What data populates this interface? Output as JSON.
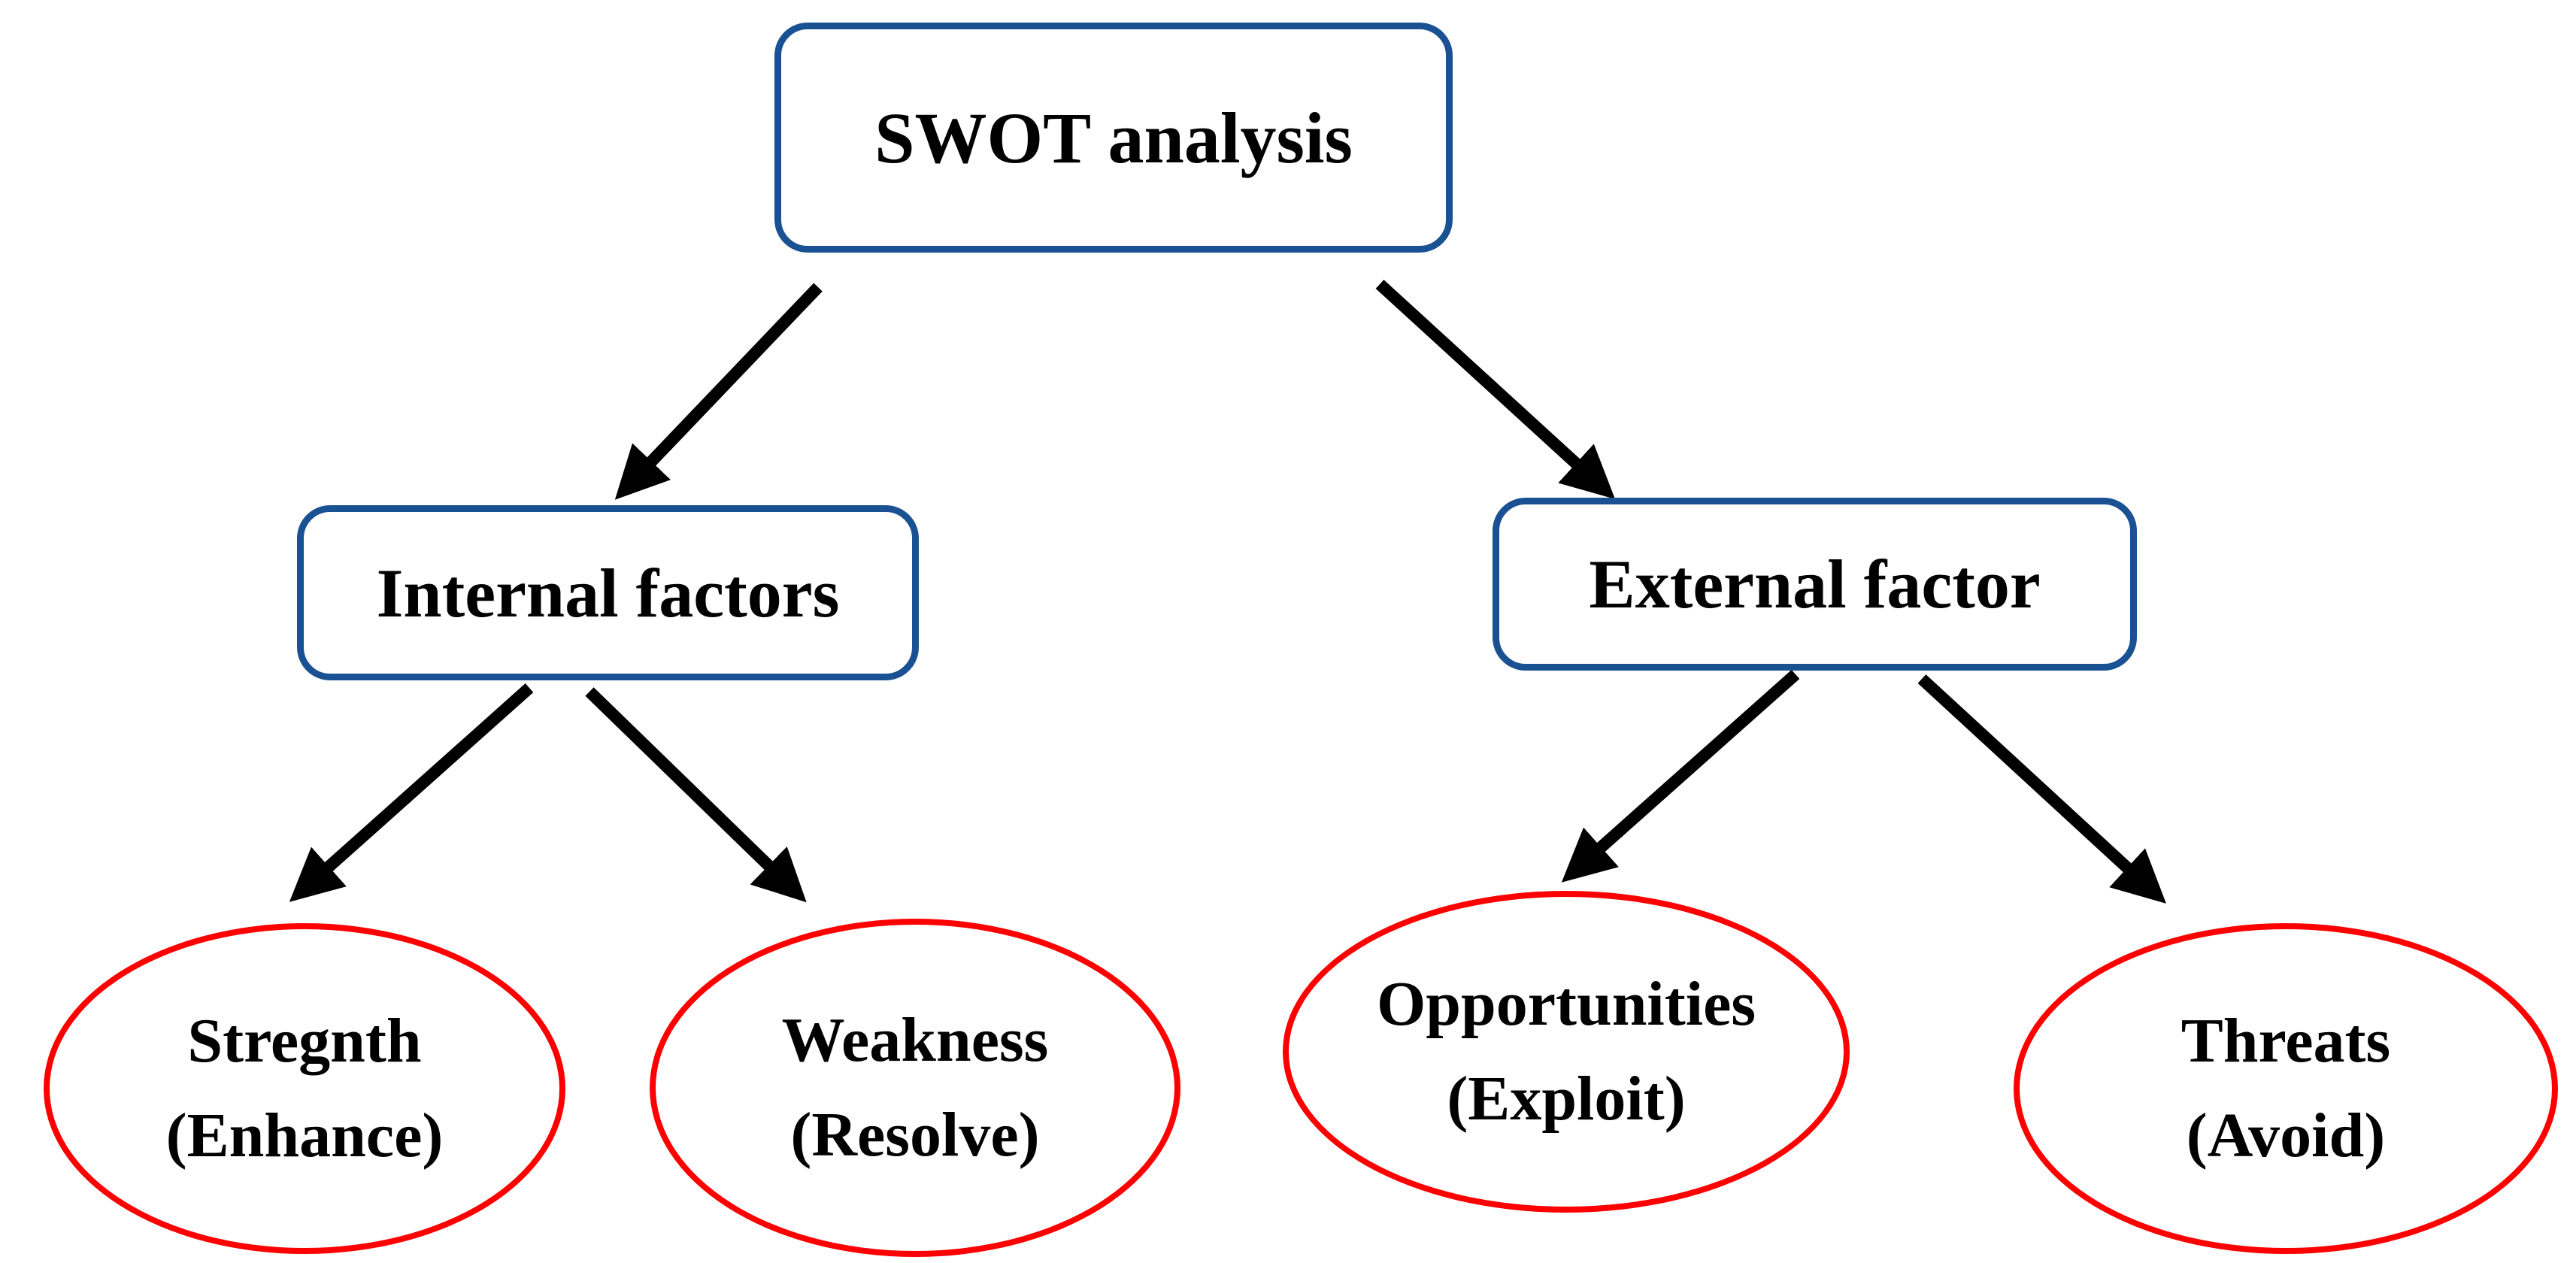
{
  "colors": {
    "background": "#ffffff",
    "box_border": "#1a5192",
    "ellipse_border": "#fe0000",
    "arrow": "#000000",
    "text": "#000000"
  },
  "nodes": {
    "root": {
      "label": "SWOT analysis"
    },
    "internal": {
      "label": "Internal factors"
    },
    "external": {
      "label": "External factor"
    },
    "strength": {
      "label": "Stregnth",
      "sub": "(Enhance)"
    },
    "weakness": {
      "label": "Weakness",
      "sub": "(Resolve)"
    },
    "opportunities": {
      "label": "Opportunities",
      "sub": "(Exploit)"
    },
    "threats": {
      "label": "Threats",
      "sub": "(Avoid)"
    }
  },
  "edges": [
    {
      "from": "root",
      "to": "internal"
    },
    {
      "from": "root",
      "to": "external"
    },
    {
      "from": "internal",
      "to": "strength"
    },
    {
      "from": "internal",
      "to": "weakness"
    },
    {
      "from": "external",
      "to": "opportunities"
    },
    {
      "from": "external",
      "to": "threats"
    }
  ]
}
